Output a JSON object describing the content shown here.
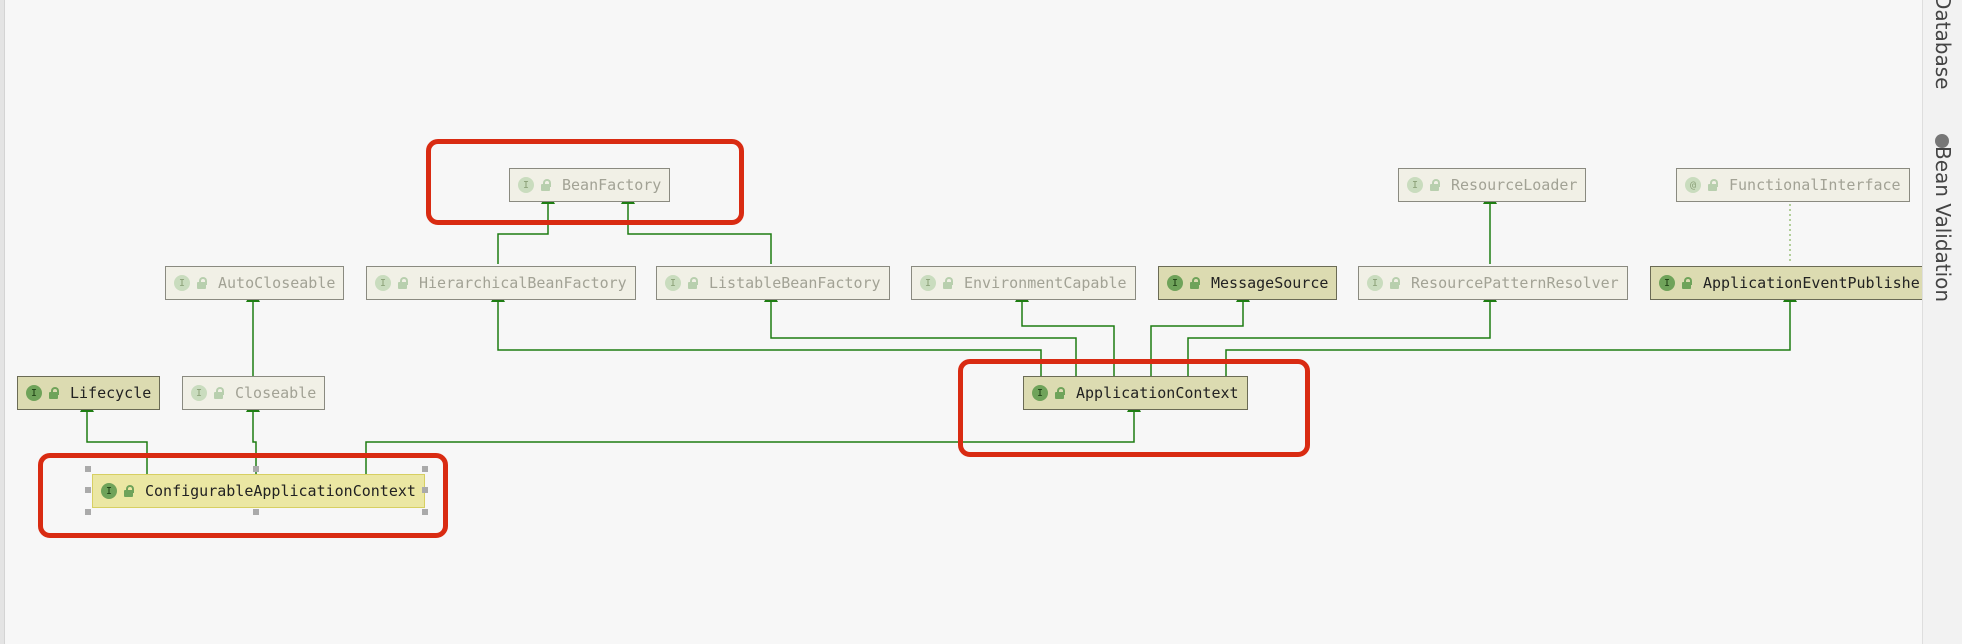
{
  "sidebar": {
    "tab_top": "Database",
    "tab_middle": "Bean Validation"
  },
  "diagram": {
    "nodes": {
      "bean_factory": "BeanFactory",
      "resource_loader": "ResourceLoader",
      "functional_interface": "FunctionalInterface",
      "auto_closeable": "AutoCloseable",
      "hierarchical_bean_factory": "HierarchicalBeanFactory",
      "listable_bean_factory": "ListableBeanFactory",
      "environment_capable": "EnvironmentCapable",
      "message_source": "MessageSource",
      "resource_pattern_resolver": "ResourcePatternResolver",
      "application_event_publisher": "ApplicationEventPublisher",
      "lifecycle": "Lifecycle",
      "closeable": "Closeable",
      "application_context": "ApplicationContext",
      "configurable_application_context": "ConfigurableApplicationContext"
    },
    "interface_badge": "I",
    "annotation_badge": "@",
    "colors": {
      "edge": "#1e7d12",
      "highlight": "#d92b12",
      "dotted_edge": "#9cc07a"
    }
  }
}
